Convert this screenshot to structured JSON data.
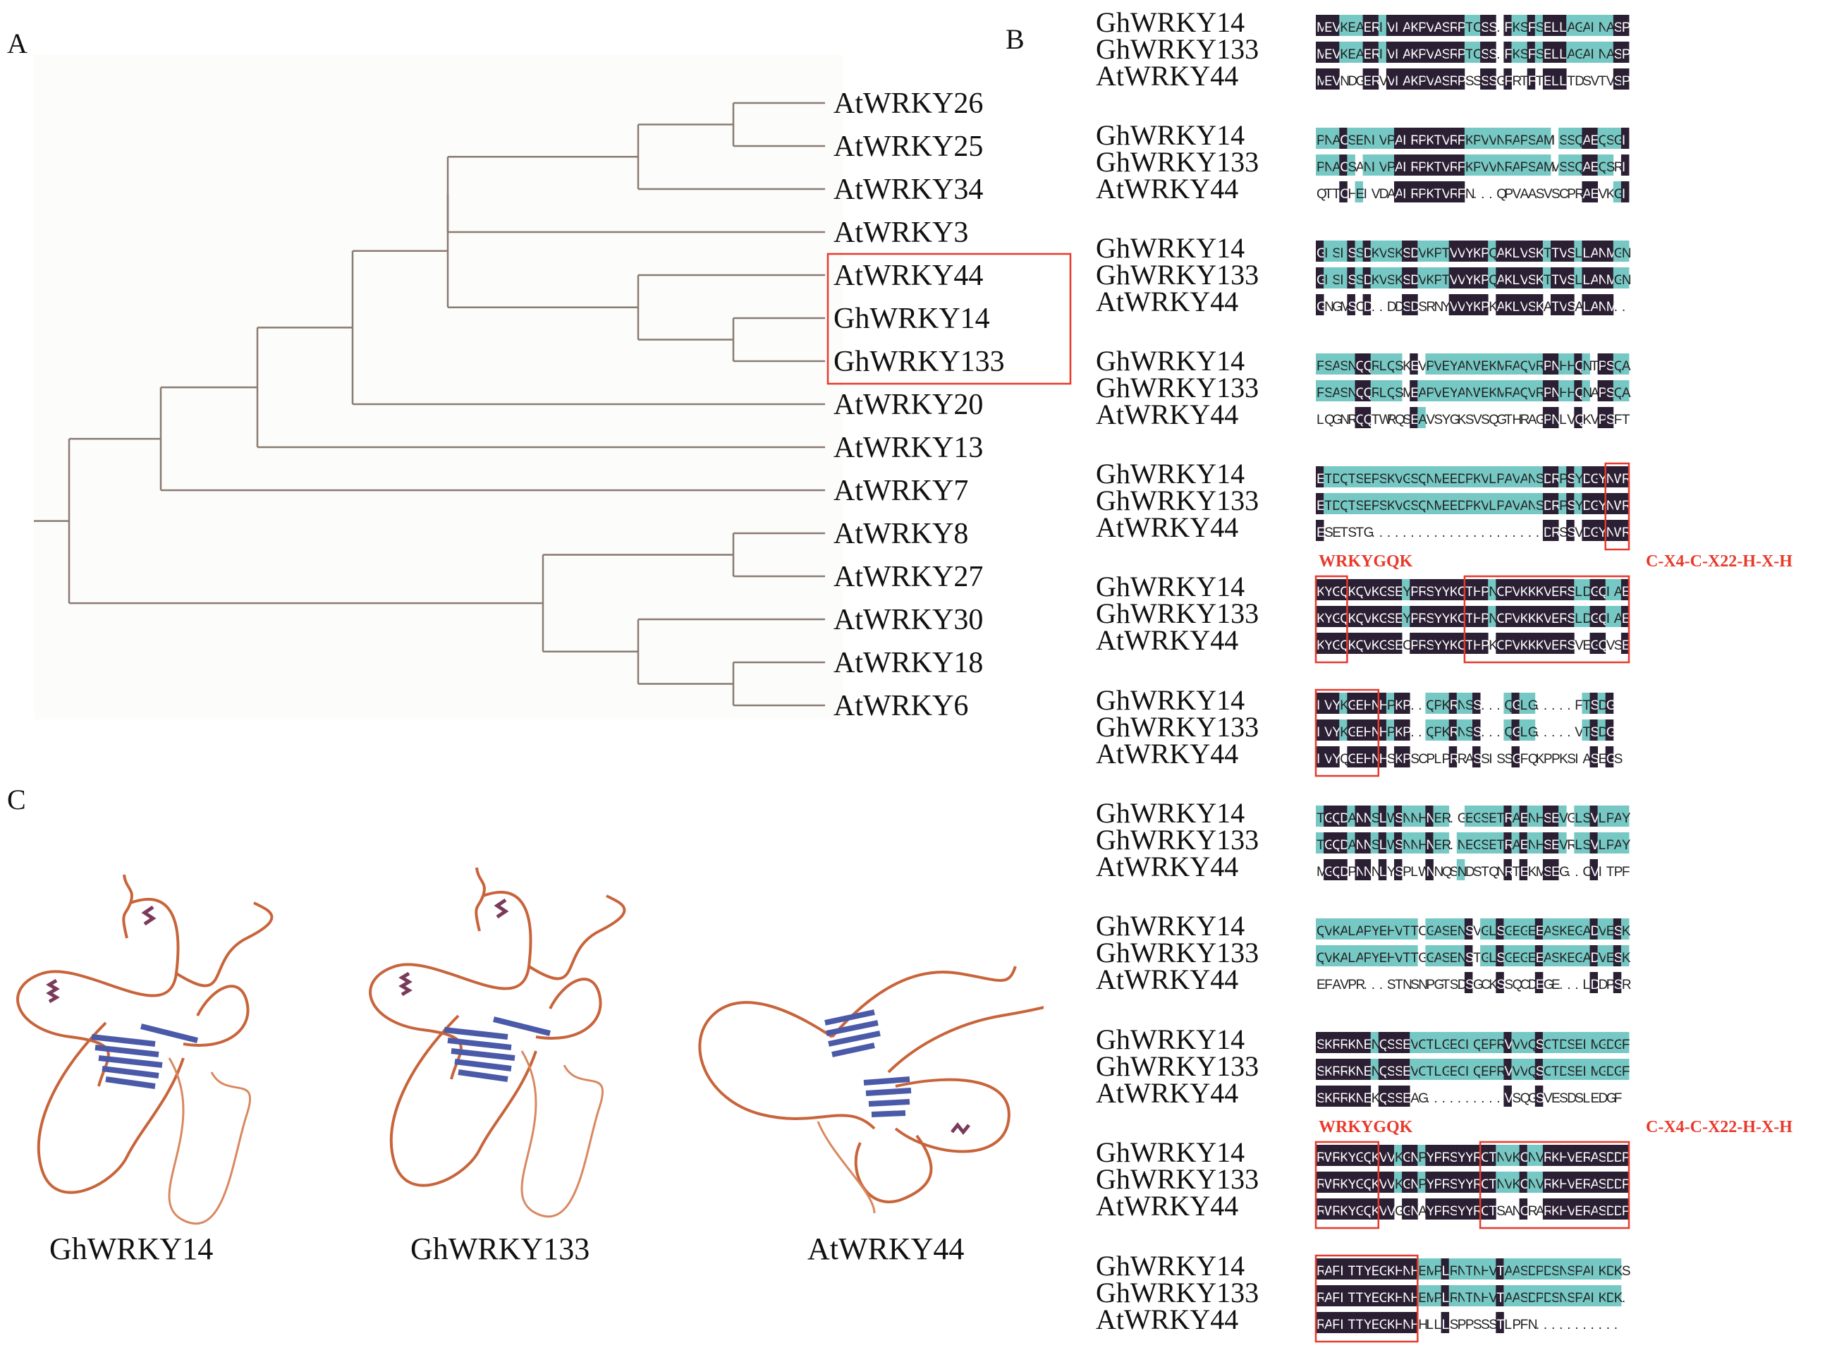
{
  "panels": {
    "a": "A",
    "b": "B",
    "c": "C"
  },
  "tree": {
    "leaves": [
      "AtWRKY26",
      "AtWRKY25",
      "AtWRKY34",
      "AtWRKY3",
      "AtWRKY44",
      "GhWRKY14",
      "GhWRKY133",
      "AtWRKY20",
      "AtWRKY13",
      "AtWRKY7",
      "AtWRKY8",
      "AtWRKY27",
      "AtWRKY30",
      "AtWRKY18",
      "AtWRKY6"
    ],
    "highlight": [
      "AtWRKY44",
      "GhWRKY14",
      "GhWRKY133"
    ],
    "highlight_color": "#e8392b",
    "branch_color": "#8a7a72"
  },
  "structures": {
    "labels": [
      "GhWRKY14",
      "GhWRKY133",
      "AtWRKY44"
    ],
    "coil_color": "#c8643a",
    "sheet_color": "#4a5aa8"
  },
  "alignment": {
    "colors": {
      "identical": "#2b1f33",
      "similar": "#76c8c4",
      "identical_text": "#ffffff",
      "other_text": "#222222"
    },
    "blocks": [
      {
        "names": [
          "GhWRKY14",
          "GhWRKY133",
          "AtWRKY44"
        ],
        "rows": [
          "MEVKEAERIVIAKPVASRPTCSS.FKSFSELLAGAINASP",
          "MEVKEAERIVIAKPVASRPTCSS.FKSFSELLAGAINASP",
          "MEVNDGERVVIAKPVASRPSSSSGFRTFTELLTDSVTVSP"
        ]
      },
      {
        "names": [
          "GhWRKY14",
          "GhWRKY133",
          "AtWRKY44"
        ],
        "rows": [
          "PNACSENIVPAIRPKTVRFKPVVNRAPSAMISSQAEQSGI",
          "PNACSANIVPAIRPKTVRFKPVVNRAPSAMVSSQAEQSRI",
          "QTTCHEIVDAAIRPKTVRFN...QPVAASVSCPRAEVKGI"
        ]
      },
      {
        "names": [
          "GhWRKY14",
          "GhWRKY133",
          "AtWRKY44"
        ],
        "rows": [
          "GISISSDKVSKSDVKPTVVYKPQAKLVSKTTVSLLANMGN",
          "GISISSDKVSKSDVKPTVVYKPQAKLVSKTTVSLLANMGN",
          "GNGMSCD..DDSDSRNYVVYKPKAKLVSKATVSALANM.."
        ]
      },
      {
        "names": [
          "GhWRKY14",
          "GhWRKY133",
          "AtWRKY44"
        ],
        "rows": [
          "FSASNQQRLQSKEVPVEYANWEKMRAQVRPNHHQNTPSQA",
          "FSASNQQRLQSMEAPVEYANWEKMRAQVRPNHHQNAPSQA",
          "LQGNRQQTWRQSEAVSYGKSVSQGTHRAGPNLVQKVPSFT"
        ]
      },
      {
        "names": [
          "GhWRKY14",
          "GhWRKY133",
          "AtWRKY44"
        ],
        "rows": [
          "ETDQTSEPSKVGSQNMEEDPKVLPAVANSDRPSYDGYNWR",
          "ETDQTSEPSKVGSQNMEEDPKVLPAVANSDRPSYDGYNWR",
          "ESETSTG......................DRSSVDGYNWR"
        ]
      },
      {
        "motif_left": "WRKYGQK",
        "motif_right": "C-X4-C-X22-H-X-H",
        "names": [
          "GhWRKY14",
          "GhWRKY133",
          "AtWRKY44"
        ],
        "rows": [
          "KYGQKQVKGSEYPRSYYKCTHPNCPVKKKVERSLDGQIAE",
          "KYGQKQVKGSEYPRSYYKCTHPNCPVKKKVERSLDGQIAE",
          "KYGQKQVKGSECPRSYYKCTHPKCPVKKKVERSVEGQVSE"
        ]
      },
      {
        "names": [
          "GhWRKY14",
          "GhWRKY133",
          "AtWRKY44"
        ],
        "rows": [
          "IVYKGEHNHPKP..QPKRNSS...QGLG.....FTSDG",
          "IVYKGEHNHPKP..QPKRNSS...QGLG.....VTSDG",
          "IVYQGEHNHSKPSCPLPRRASSISSGFQKPPKSIASEGS"
        ]
      },
      {
        "names": [
          "GhWRKY14",
          "GhWRKY133",
          "AtWRKY44"
        ],
        "rows": [
          "TGQDANNSLWSNNHNER.GEGSETRAENHSEVGLSVLPAY",
          "TGQDANNSLWSNNHNER.NEGSETRAENHSEVRLSVLPAY",
          "MGQDPNNNLYSPLWNNQSNDSTQNRTEKMSEG..CVITPF"
        ]
      },
      {
        "names": [
          "GhWRKY14",
          "GhWRKY133",
          "AtWRKY44"
        ],
        "rows": [
          "QVKALAPYEHVTTCGASENSVGLSGEGEEASKEGADVESK",
          "QVKALAPYEHVTTGGASENSTGLSGEGEEASKEGADVESK",
          "EFAVPR...STNSNPGTSDSGCKSSQCDEGE...LDDPSR"
        ]
      },
      {
        "names": [
          "GhWRKY14",
          "GhWRKY133",
          "AtWRKY44"
        ],
        "rows": [
          "SKRRKNENQSSEVCTLGECIQEPRVVVQSCTDSEIMGDGF",
          "SKRRKNENQSSEVCTLGECIQEPRVVVQSCTDSEIMGDGF",
          "SKRRKNEKQSSEAG..........VSQGSVESDSLEDGF"
        ]
      },
      {
        "motif_left": "WRKYGQK",
        "motif_right": "C-X4-C-X22-H-X-H",
        "names": [
          "GhWRKY14",
          "GhWRKY133",
          "AtWRKY44"
        ],
        "rows": [
          "RWRKYGQKVVKGNPYPRSYYRCTNVKCNVRKHVERASDDP",
          "RWRKYGQKVVKGNPYPRSYYRCTNVKCNVRKHVERASDDP",
          "RWRKYGQKVVGGNAYPRSYYRCTSANCRARKHVERASDDP"
        ]
      },
      {
        "names": [
          "GhWRKY14",
          "GhWRKY133",
          "AtWRKY44"
        ],
        "rows": [
          "RAFITTYEGKHNHEMPLRNTNHVTAASDPDSNSPAIKDKS",
          "RAFITTYEGKHNHEMPLRNTNHVTAASDPDSNSPAIKDK.",
          "RAFITTYEGKHNHHLLLSPPSSSTLPFN..........."
        ]
      }
    ]
  }
}
